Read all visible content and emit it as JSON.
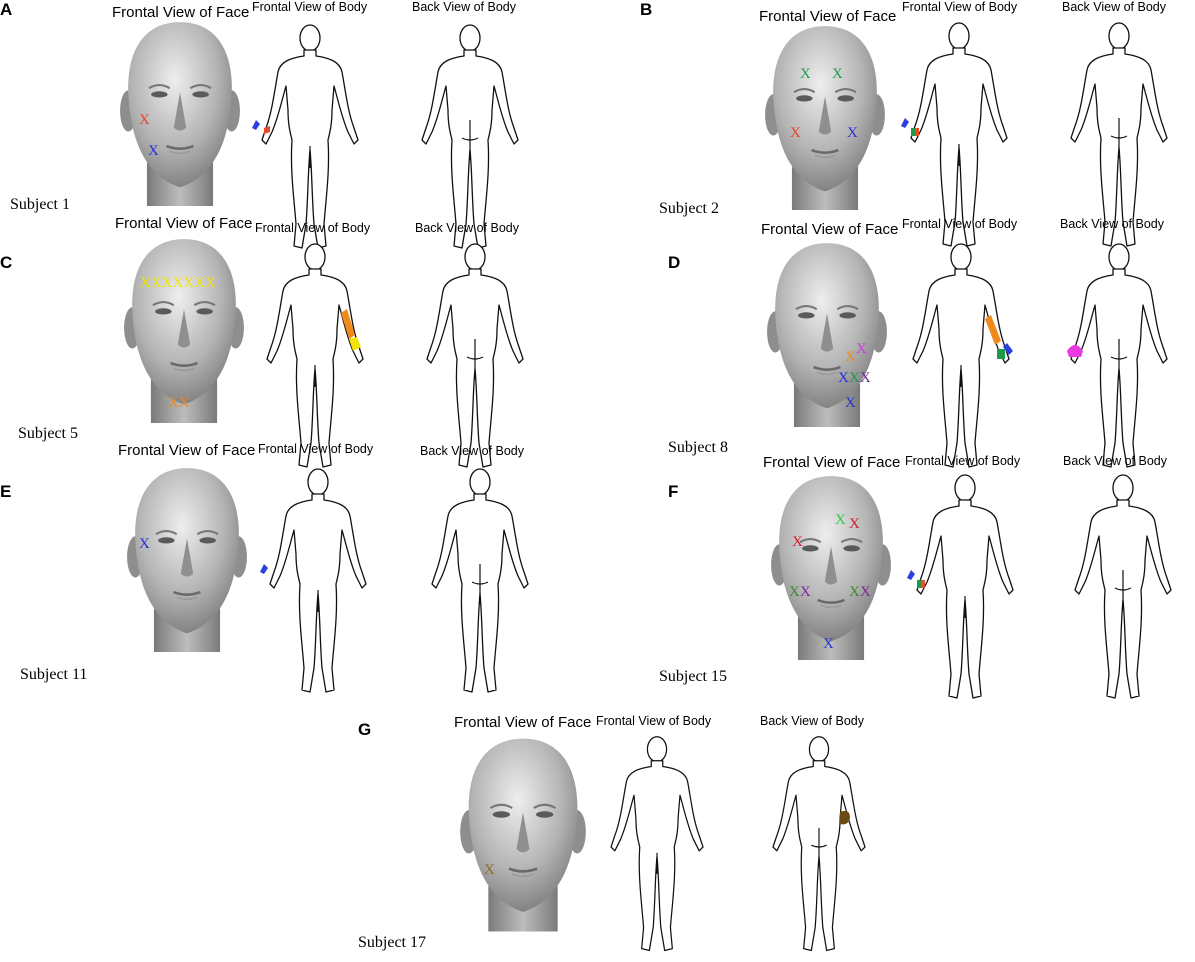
{
  "titles": {
    "face": "Frontal View of Face",
    "front_body": "Frontal View of Body",
    "back_body": "Back View of Body"
  },
  "panels": [
    {
      "letter": "A",
      "subject": "Subject 1",
      "face_marks": [
        {
          "text": "X",
          "color": "#e8402a"
        },
        {
          "text": "X",
          "color": "#2330d6"
        }
      ],
      "front_patches": [
        {
          "color": "#2a3fe0"
        },
        {
          "color": "#e84a2a"
        }
      ],
      "back_patches": []
    },
    {
      "letter": "B",
      "subject": "Subject 2",
      "face_marks": [
        {
          "text": "X",
          "color": "#1e9a4a"
        },
        {
          "text": "X",
          "color": "#1e9a4a"
        },
        {
          "text": "X",
          "color": "#e8402a"
        },
        {
          "text": "X",
          "color": "#2330d6"
        }
      ],
      "front_patches": [
        {
          "color": "#2a3fe0"
        },
        {
          "color": "#1e9a4a"
        },
        {
          "color": "#e84a2a"
        }
      ],
      "back_patches": []
    },
    {
      "letter": "C",
      "subject": "Subject 5",
      "face_marks": [
        {
          "text": "XXXXXXX",
          "color": "#f2e400"
        },
        {
          "text": "XX",
          "color": "#f08a1c"
        }
      ],
      "front_patches": [
        {
          "color": "#f08a1c"
        },
        {
          "color": "#f2e400"
        }
      ],
      "back_patches": []
    },
    {
      "letter": "D",
      "subject": "Subject 8",
      "face_marks": [
        {
          "text": "X",
          "color": "#f08a1c"
        },
        {
          "text": "X",
          "color": "#c23fd6"
        },
        {
          "text": "X",
          "color": "#2330d6"
        },
        {
          "text": "X",
          "color": "#1e9a4a"
        },
        {
          "text": "X",
          "color": "#6a2a8a"
        },
        {
          "text": "X",
          "color": "#2330d6"
        }
      ],
      "front_patches": [
        {
          "color": "#f08a1c"
        },
        {
          "color": "#2a3fe0"
        },
        {
          "color": "#1e9a4a"
        }
      ],
      "back_patches": [
        {
          "color": "#e83ae0"
        }
      ]
    },
    {
      "letter": "E",
      "subject": "Subject 11",
      "face_marks": [
        {
          "text": "X",
          "color": "#2330d6"
        }
      ],
      "front_patches": [
        {
          "color": "#2a3fe0"
        }
      ],
      "back_patches": []
    },
    {
      "letter": "F",
      "subject": "Subject 15",
      "face_marks": [
        {
          "text": "X",
          "color": "#22cc44"
        },
        {
          "text": "X",
          "color": "#d41a2a"
        },
        {
          "text": "X",
          "color": "#d41a2a"
        },
        {
          "text": "X",
          "color": "#3a8a2a"
        },
        {
          "text": "X",
          "color": "#7a2a9a"
        },
        {
          "text": "X",
          "color": "#3a8a2a"
        },
        {
          "text": "X",
          "color": "#7a2a9a"
        },
        {
          "text": "X",
          "color": "#2330d6"
        }
      ],
      "front_patches": [
        {
          "color": "#2a3fe0"
        },
        {
          "color": "#1e9a4a"
        },
        {
          "color": "#e84a2a"
        }
      ],
      "back_patches": []
    },
    {
      "letter": "G",
      "subject": "Subject 17",
      "face_marks": [
        {
          "text": "X",
          "color": "#8a6a20"
        }
      ],
      "front_patches": [],
      "back_patches": [
        {
          "color": "#6b4a14"
        }
      ]
    }
  ]
}
